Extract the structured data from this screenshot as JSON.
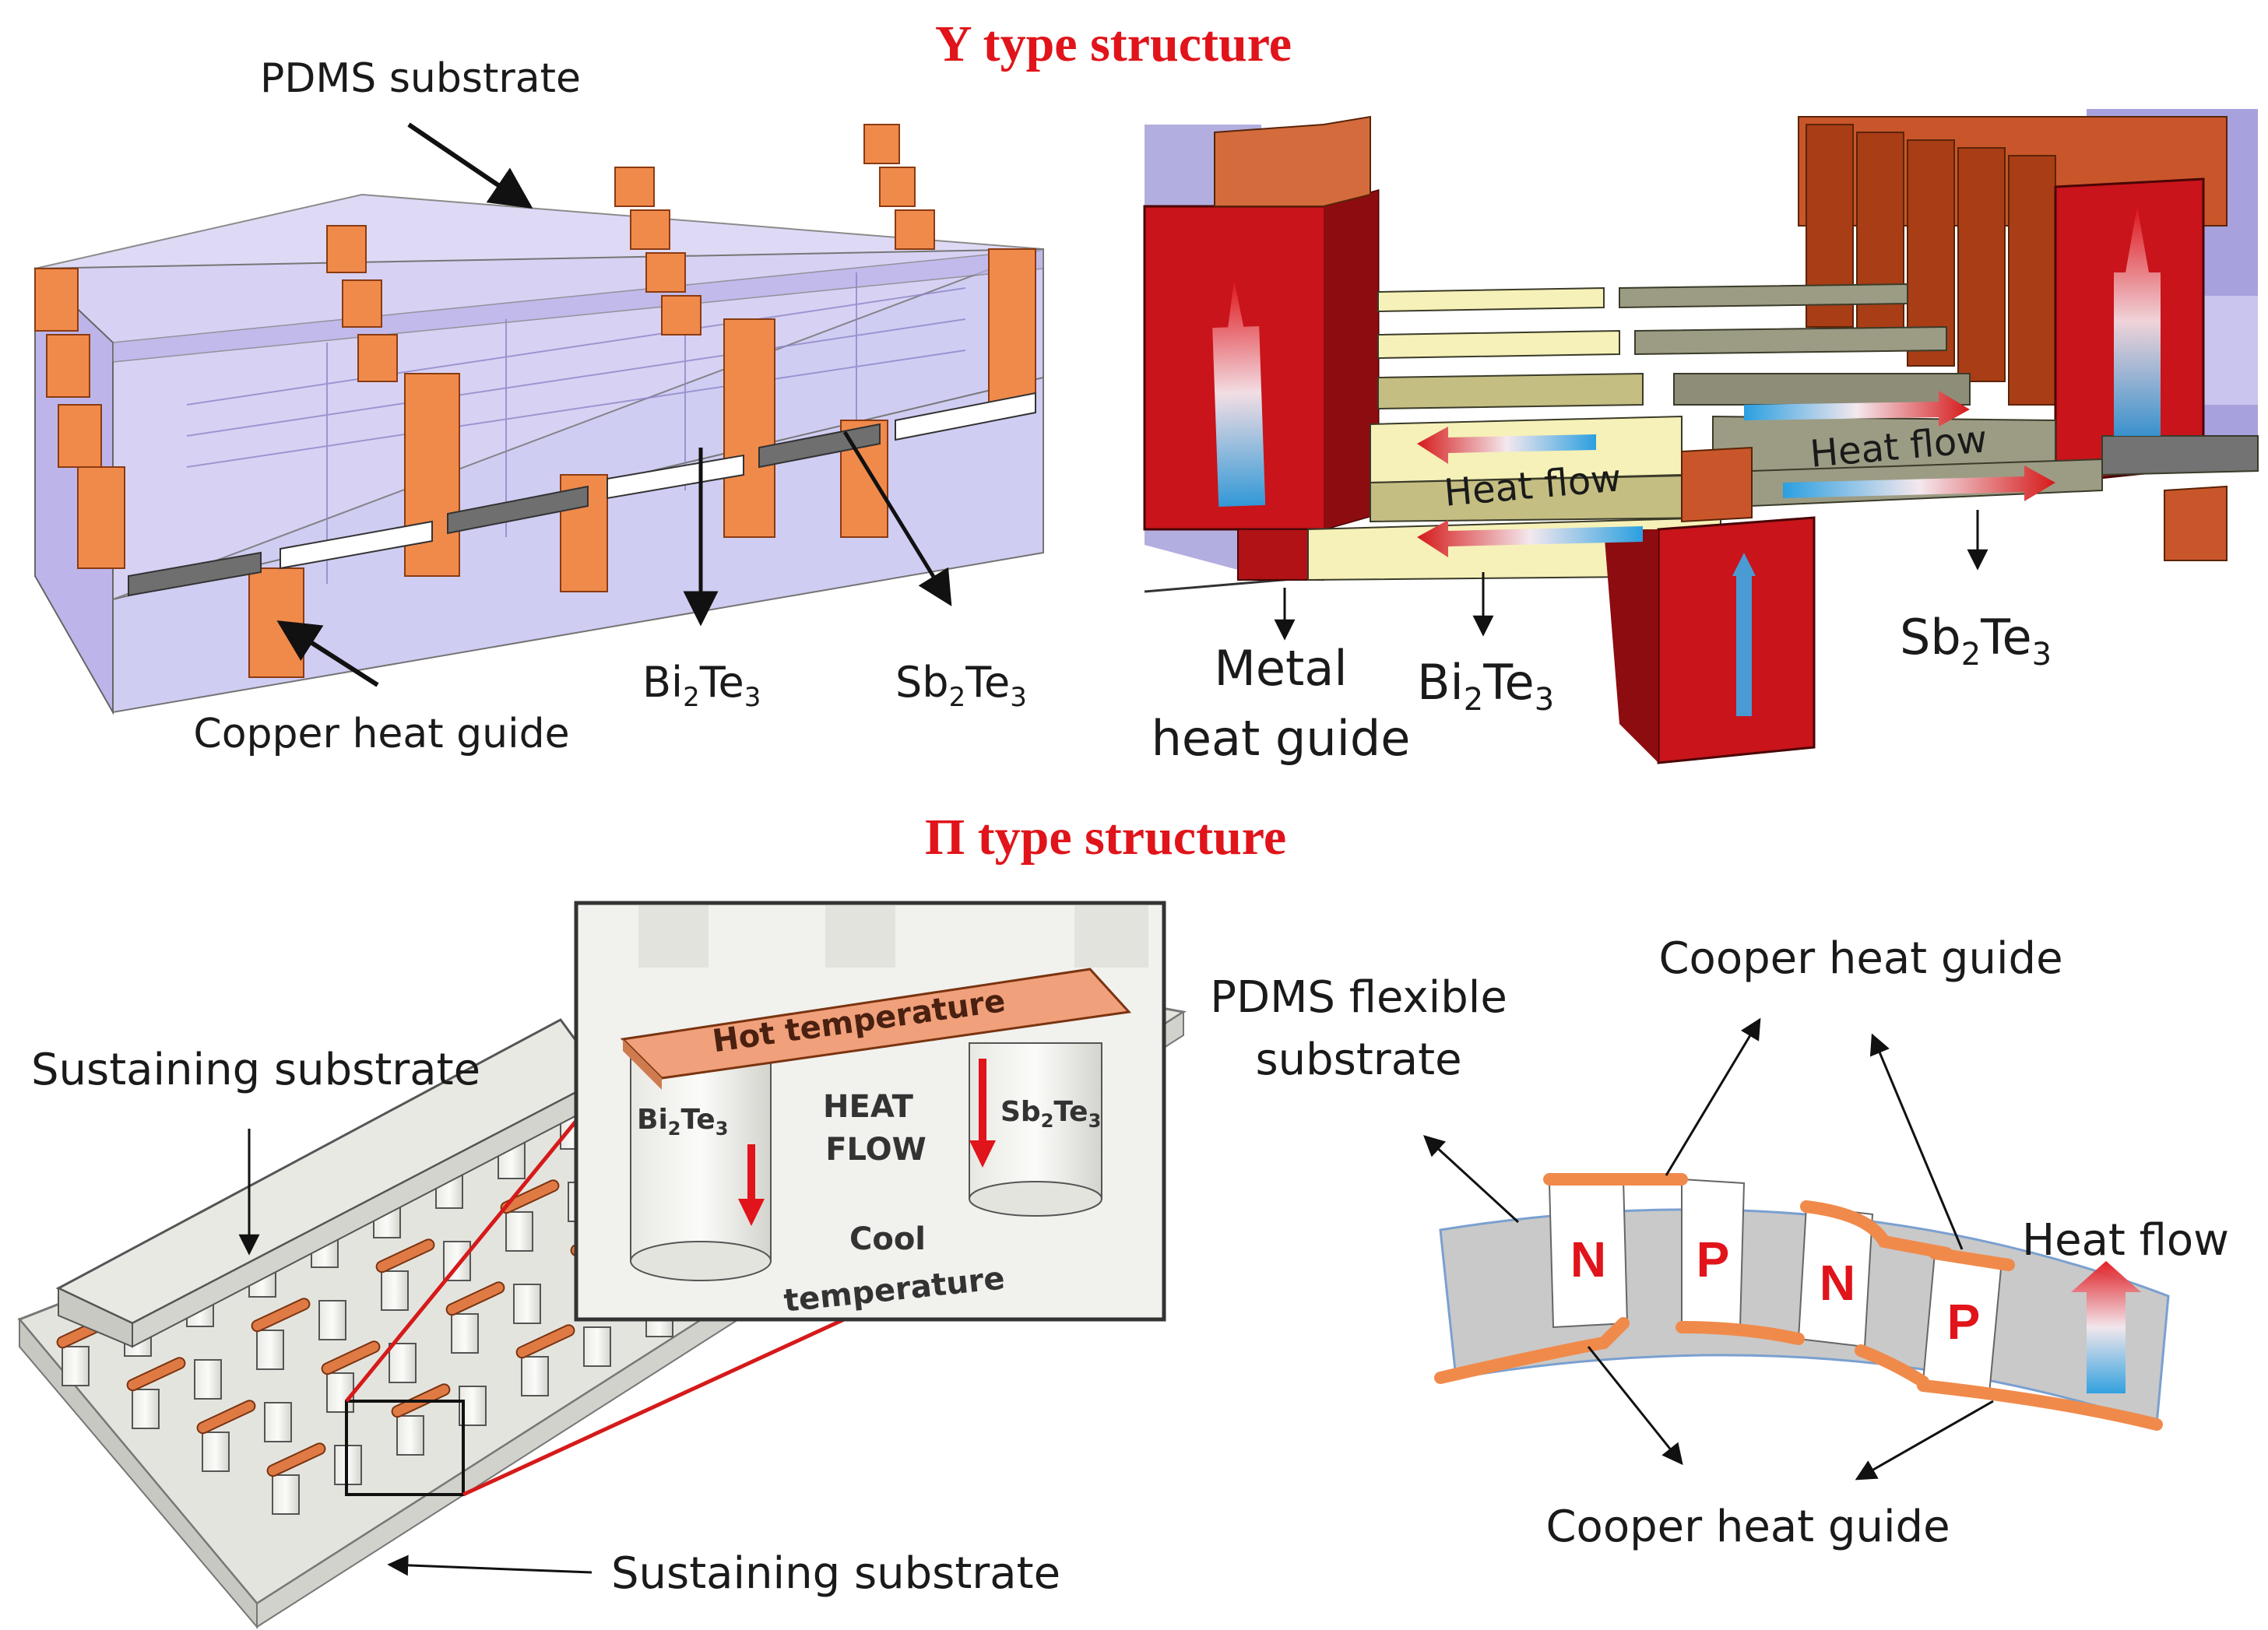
{
  "titles": {
    "y_type": "Y type structure",
    "pi_type": "Π type structure"
  },
  "panel_a": {
    "pdms_substrate": "PDMS substrate",
    "copper_heat_guide": "Copper heat guide",
    "bi2te3": {
      "base": "Bi",
      "sub1": "2",
      "mid": "Te",
      "sub2": "3"
    },
    "sb2te3": {
      "base": "Sb",
      "sub1": "2",
      "mid": "Te",
      "sub2": "3"
    }
  },
  "panel_b": {
    "metal_heat_guide_line1": "Metal",
    "metal_heat_guide_line2": "heat guide",
    "bi2te3": {
      "base": "Bi",
      "sub1": "2",
      "mid": "Te",
      "sub2": "3"
    },
    "sb2te3": {
      "base": "Sb",
      "sub1": "2",
      "mid": "Te",
      "sub2": "3"
    },
    "heat_flow_left": "Heat flow",
    "heat_flow_right": "Heat flow"
  },
  "panel_c": {
    "sustaining_substrate_top": "Sustaining substrate",
    "sustaining_substrate_bottom": "Sustaining substrate",
    "hot_temperature": "Hot temperature",
    "heat_flow_line1": "HEAT",
    "heat_flow_line2": "FLOW",
    "cool_line1": "Cool",
    "cool_line2": "temperature",
    "bi2te3": {
      "base": "Bi",
      "sub1": "2",
      "mid": "Te",
      "sub2": "3"
    },
    "sb2te3": {
      "base": "Sb",
      "sub1": "2",
      "mid": "Te",
      "sub2": "3"
    }
  },
  "panel_d": {
    "pdms_line1": "PDMS flexible",
    "pdms_line2": "substrate",
    "cooper_top": "Cooper heat guide",
    "cooper_bottom": "Cooper heat guide",
    "heat_flow": "Heat flow",
    "legs": [
      "N",
      "P",
      "N",
      "P"
    ]
  },
  "colors": {
    "title_red": "#e0141a",
    "copper": "#f08a4b",
    "pdms_purple": "#c9c3f0",
    "metal_red": "#c8141a",
    "bi2te3_yellow": "#f6f1b8",
    "sb2te3_gray": "#9c9c84",
    "substrate_gray": "#d9d9d4"
  }
}
